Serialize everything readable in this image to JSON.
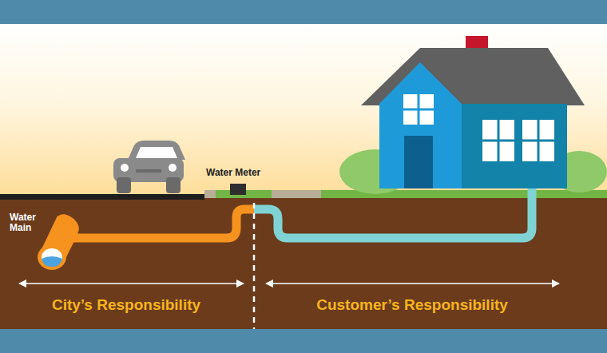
{
  "diagram": {
    "labels": [
      "Water Meter",
      "Water Main",
      "City’s Responsibility",
      "Customer’s Responsibility"
    ]
  }
}
